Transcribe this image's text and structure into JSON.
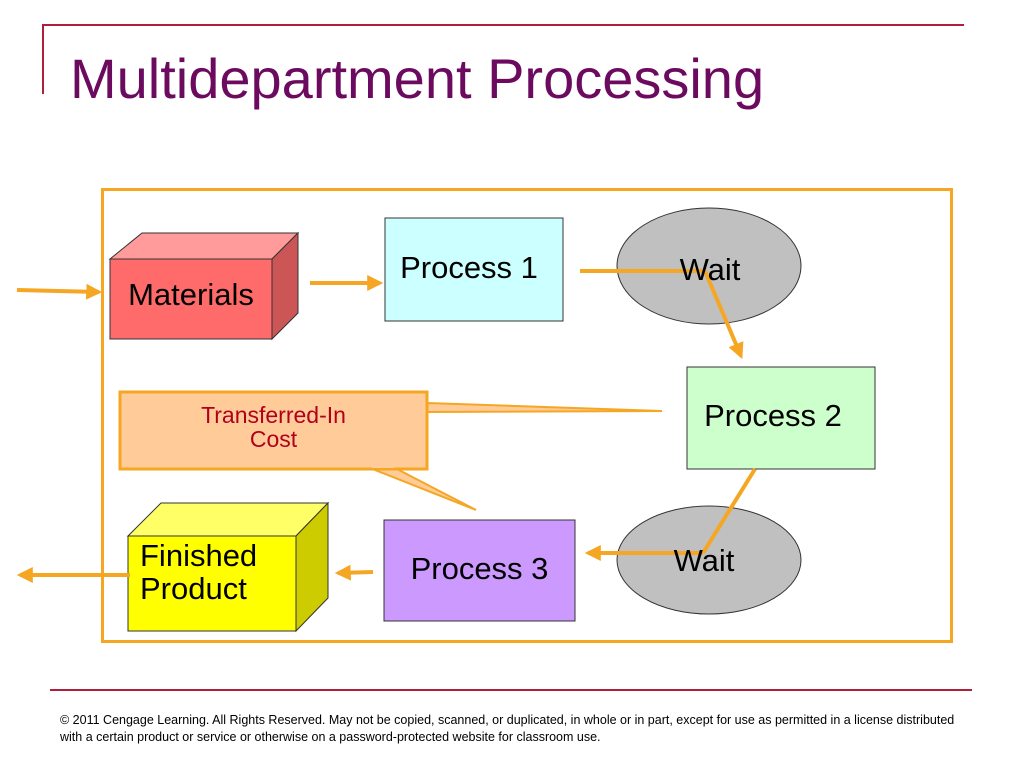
{
  "title": "Multidepartment Processing",
  "colors": {
    "title": "#6b0a5e",
    "accent_rule": "#b01e3c",
    "frame": "#f5a623",
    "arrow": "#f5a623",
    "materials_front": "#ff6b6b",
    "materials_top": "#ff9b9b",
    "materials_side": "#cc5555",
    "process1_fill": "#ccffff",
    "process2_fill": "#ccffcc",
    "process3_fill": "#cc99ff",
    "wait_fill": "#c0c0c0",
    "callout_fill": "#ffcc99",
    "callout_text": "#b0001e",
    "finished_front": "#ffff00",
    "finished_side": "#cccc00",
    "finished_top": "#ffff66"
  },
  "diagram": {
    "materials": "Materials",
    "process1": "Process 1",
    "wait1": "Wait",
    "process2": "Process 2",
    "callout_line1": "Transferred-In",
    "callout_line2": "Cost",
    "wait2": "Wait",
    "process3": "Process 3",
    "finished_line1": "Finished",
    "finished_line2": "Product"
  },
  "footer": {
    "copyright": "© 2011 Cengage Learning.  All Rights Reserved.  May not be copied, scanned, or duplicated, in whole or in part, except for use as permitted in a license distributed with a certain product or service or otherwise on a password-protected website for classroom use."
  }
}
